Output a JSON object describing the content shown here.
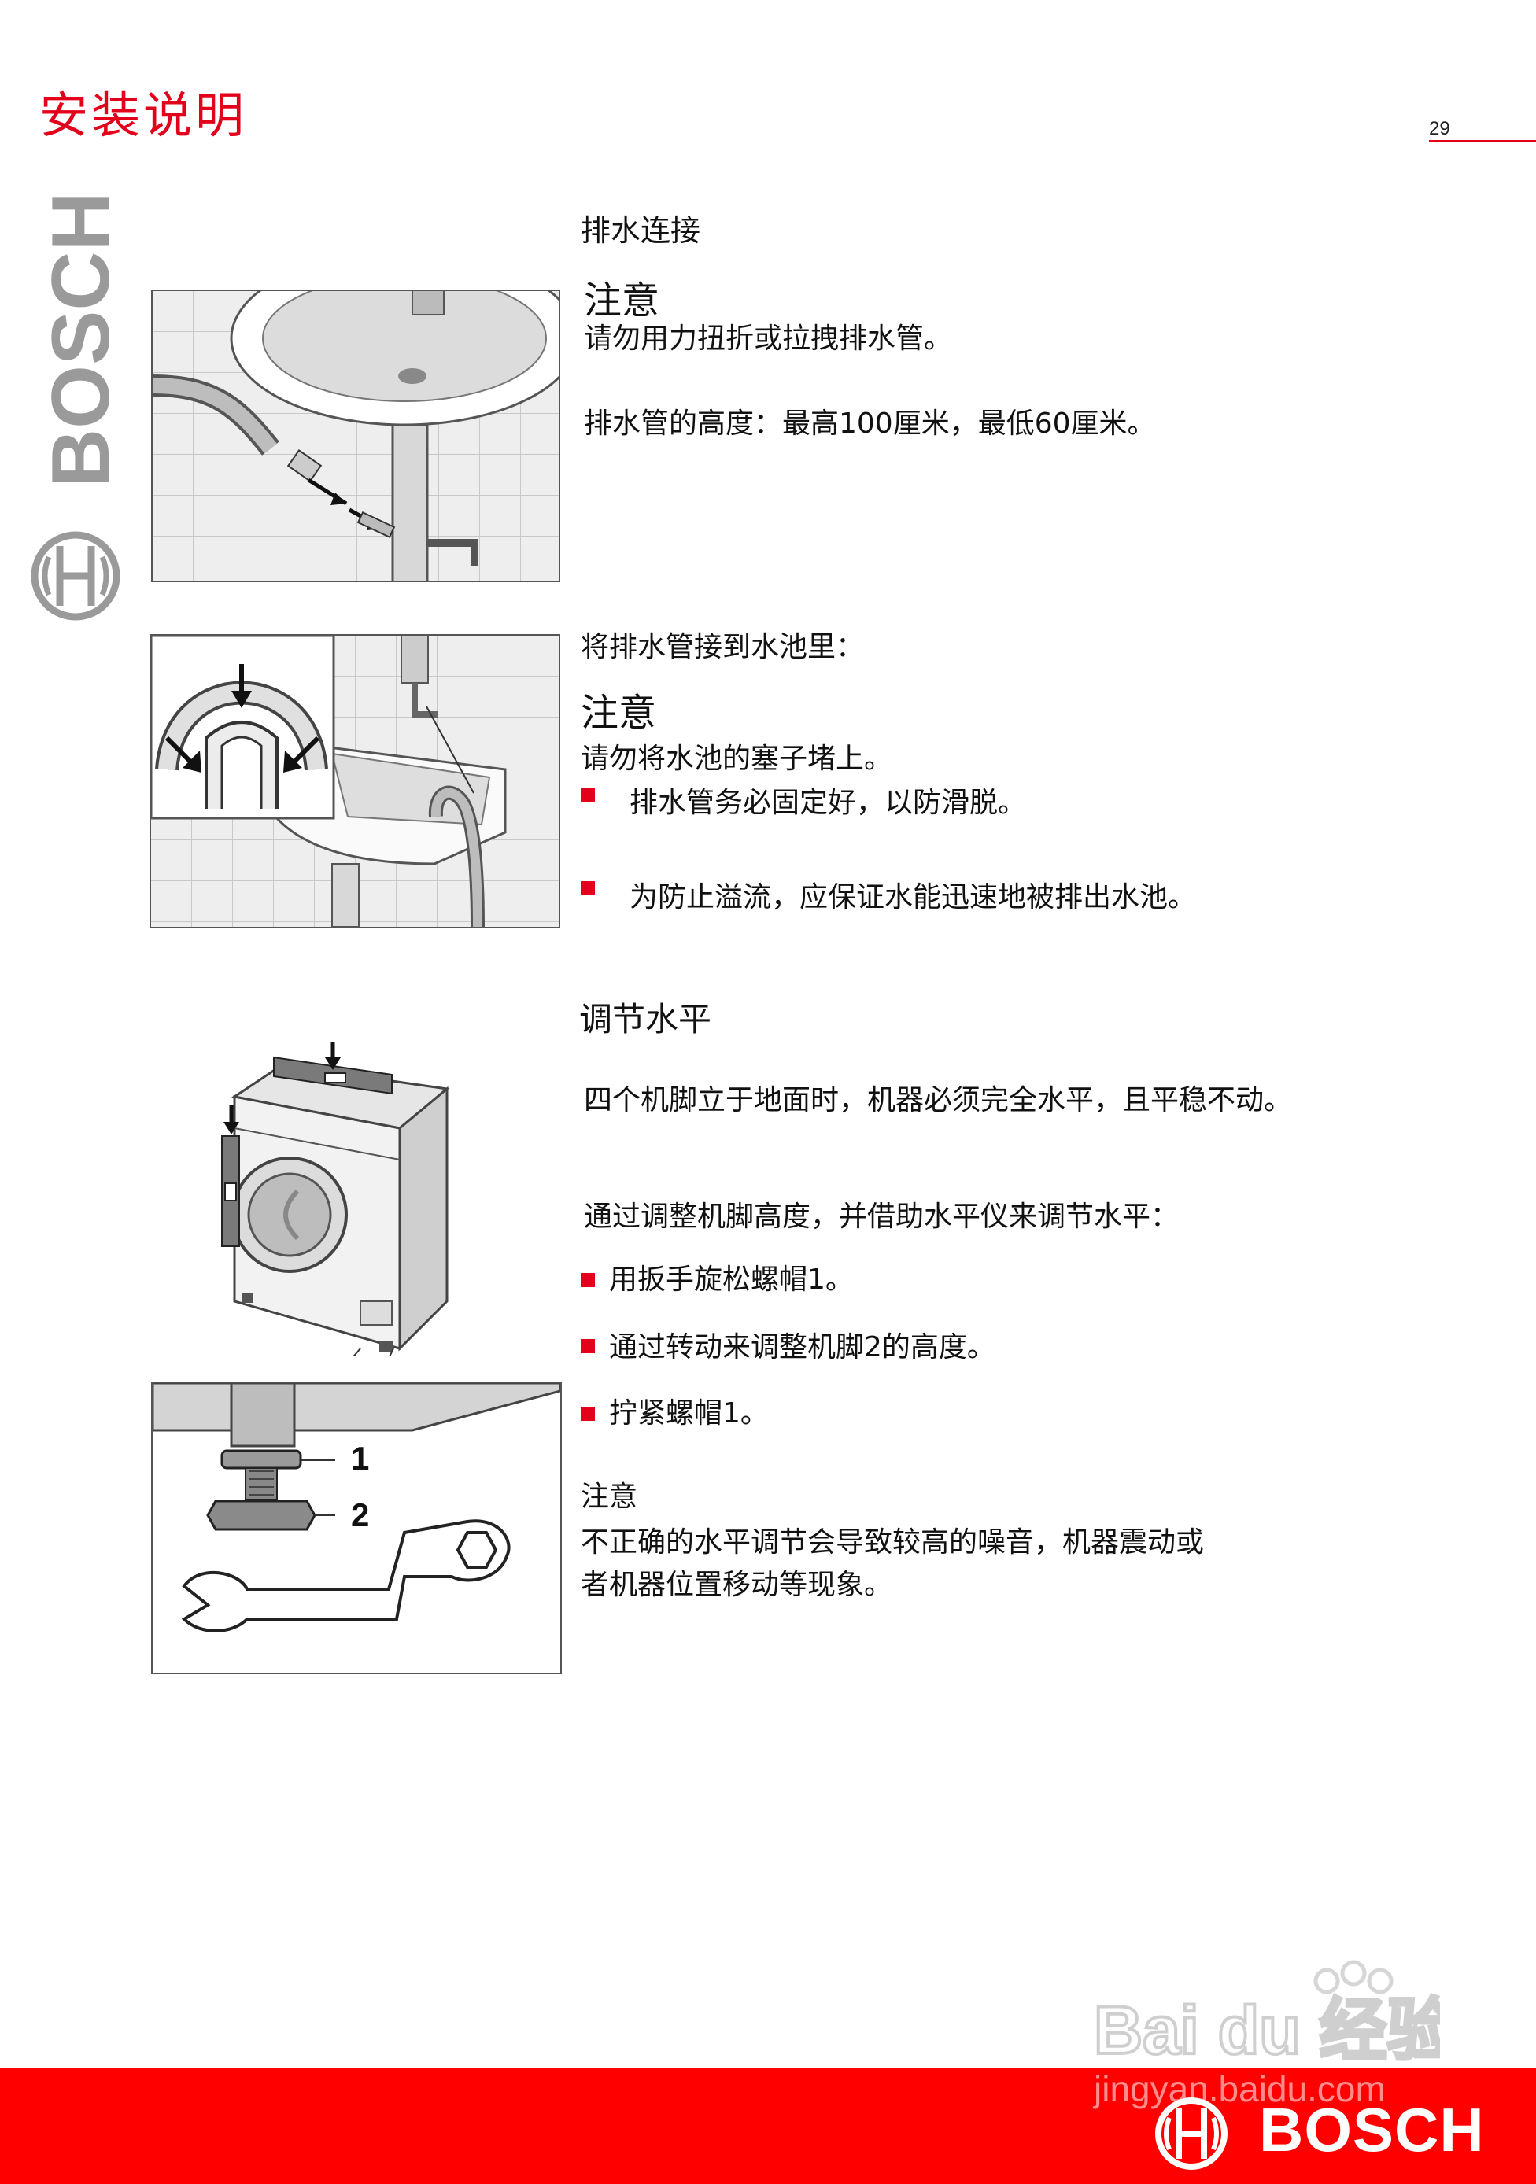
{
  "header": {
    "title": "安装说明",
    "page_number": "29"
  },
  "side_brand": "BOSCH",
  "drain": {
    "section_title": "排水连接",
    "note_title": "注意",
    "note_text": "请勿用力扭折或拉拽排水管。",
    "height_text": "排水管的高度：最高100厘米，最低60厘米。"
  },
  "sink": {
    "intro": "将排水管接到水池里：",
    "note_title": "注意",
    "note_text": "请勿将水池的塞子堵上。",
    "bullets": [
      "排水管务必固定好，以防滑脱。",
      "为防止溢流，应保证水能迅速地被排出水池。"
    ]
  },
  "level": {
    "section_title": "调节水平",
    "para1": "四个机脚立于地面时，机器必须完全水平，且平稳不动。",
    "para2": "通过调整机脚高度，并借助水平仪来调节水平：",
    "bullets": [
      "用扳手旋松螺帽1。",
      "通过转动来调整机脚2的高度。",
      "拧紧螺帽1。"
    ],
    "note_title": "注意",
    "note_line1": "不正确的水平调节会导致较高的噪音，机器震动或",
    "note_line2": "者机器位置移动等现象。",
    "label_1": "1",
    "label_2": "2"
  },
  "footer": {
    "brand": "BOSCH"
  },
  "watermark": {
    "logo_text": "Bai du 经验",
    "url": "jingyan.baidu.com"
  },
  "colors": {
    "brand_red": "#e3001b",
    "footer_red": "#ff0000"
  }
}
